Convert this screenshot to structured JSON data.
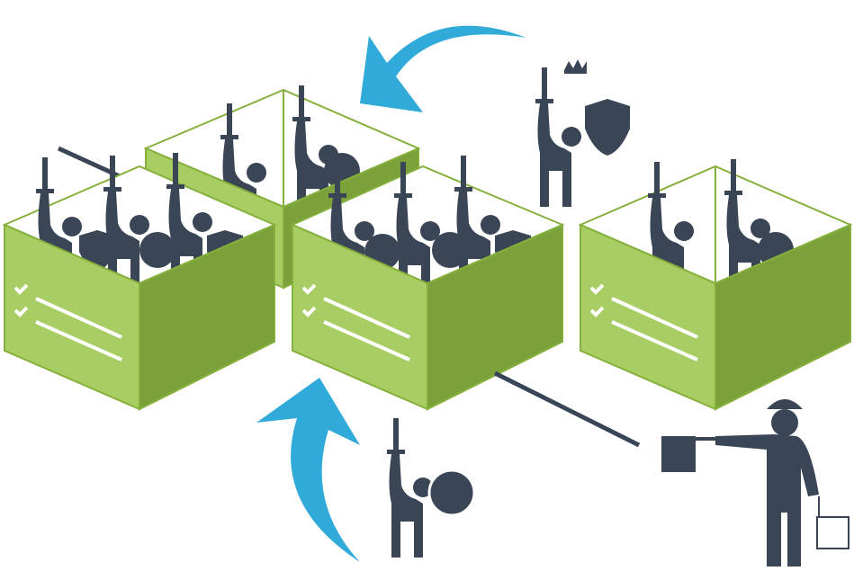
{
  "colors": {
    "box_light": "#a8cd62",
    "box_dark": "#7ba23a",
    "box_outline": "#86b03c",
    "figure": "#3a4556",
    "arrow": "#2faad9",
    "check_marks": "#ffffff"
  },
  "icons": [
    "warrior-figure",
    "king-warrior-figure",
    "shield",
    "sword",
    "container-box",
    "curved-arrow",
    "construction-worker",
    "flag"
  ]
}
